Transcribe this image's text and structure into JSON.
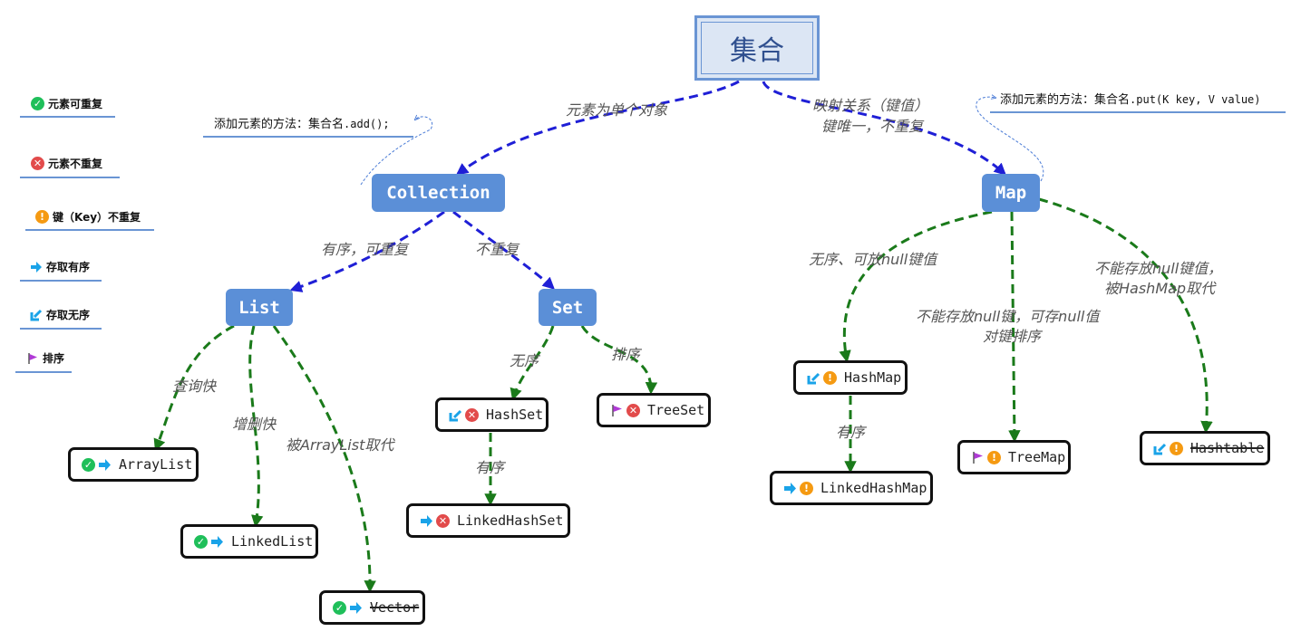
{
  "root": {
    "label": "集合"
  },
  "nodes": {
    "collection": "Collection",
    "map": "Map",
    "list": "List",
    "set": "Set"
  },
  "leaves": {
    "arraylist": "ArrayList",
    "linkedlist": "LinkedList",
    "vector": "Vector",
    "hashset": "HashSet",
    "linkedhashset": "LinkedHashSet",
    "treeset": "TreeSet",
    "hashmap": "HashMap",
    "linkedhashmap": "LinkedHashMap",
    "treemap": "TreeMap",
    "hashtable": "Hashtable"
  },
  "edge_labels": {
    "root_collection": "元素为单个对象",
    "root_map_1": "映射关系（键值）",
    "root_map_2": "键唯一，不重复",
    "collection_list": "有序，可重复",
    "collection_set": "不重复",
    "list_arraylist": "查询快",
    "list_linkedlist": "增删快",
    "list_vector": "被ArrayList取代",
    "set_hashset": "无序",
    "set_treeset": "排序",
    "hashset_linkedhashset": "有序",
    "map_hashmap": "无序、可放null键值",
    "map_treemap_1": "不能存放null键，可存null值",
    "map_treemap_2": "对键排序",
    "map_hashtable_1": "不能存放null键值，",
    "map_hashtable_2": "被HashMap取代",
    "hashmap_linkedhashmap": "有序"
  },
  "notes": {
    "collection_prefix": "添加元素的方法：集合名",
    "collection_code": ".add();",
    "map_prefix": "添加元素的方法：集合名",
    "map_code": ".put(K key, V value)"
  },
  "legend": [
    {
      "icon": "check-circle-icon",
      "label": "元素可重复"
    },
    {
      "icon": "x-circle-icon",
      "label": "元素不重复"
    },
    {
      "icon": "exclamation-circle-icon",
      "label": "键（Key）不重复"
    },
    {
      "icon": "arrow-right-icon",
      "label": "存取有序"
    },
    {
      "icon": "arrow-down-left-icon",
      "label": "存取无序"
    },
    {
      "icon": "flag-icon",
      "label": "排序"
    }
  ],
  "colors": {
    "blue_edge": "#1f1fd6",
    "green_edge": "#1a7a1a",
    "node_fill": "#5b8fd7",
    "root_fill": "#dce6f4",
    "check": "#1fbf5a",
    "cross": "#e24b4b",
    "warn": "#f59a12",
    "arrow": "#1aa3e8",
    "flag": "#b03ad6"
  }
}
